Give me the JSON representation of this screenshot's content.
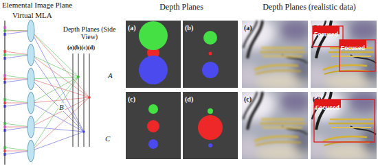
{
  "diagram": {
    "nodes": [
      {
        "text": [
          "(a)"
        ]
      },
      {
        "text": [
          "(b)"
        ]
      },
      {
        "text": [
          "(c)"
        ]
      },
      {
        "text": [
          "(d)"
        ]
      },
      {
        "text": [
          "(a)"
        ]
      },
      {
        "text": [
          "(b)"
        ]
      },
      {
        "text": [
          "Focused"
        ],
        "in": 5
      },
      {
        "text": [
          "Focused"
        ],
        "in": 5
      },
      {
        "text": [
          "(c)"
        ]
      },
      {
        "text": [
          "(d)"
        ]
      },
      {
        "text": [
          "Focused"
        ],
        "in": 9
      }
    ],
    "labels": [
      "Elemental Image Plane",
      "Virtual MLA",
      "Depth Planes (Side View)",
      "(a)(b)(c)(d)",
      "A",
      "B",
      "C",
      "Depth Planes",
      "Depth Planes (realistic data)"
    ]
  }
}
